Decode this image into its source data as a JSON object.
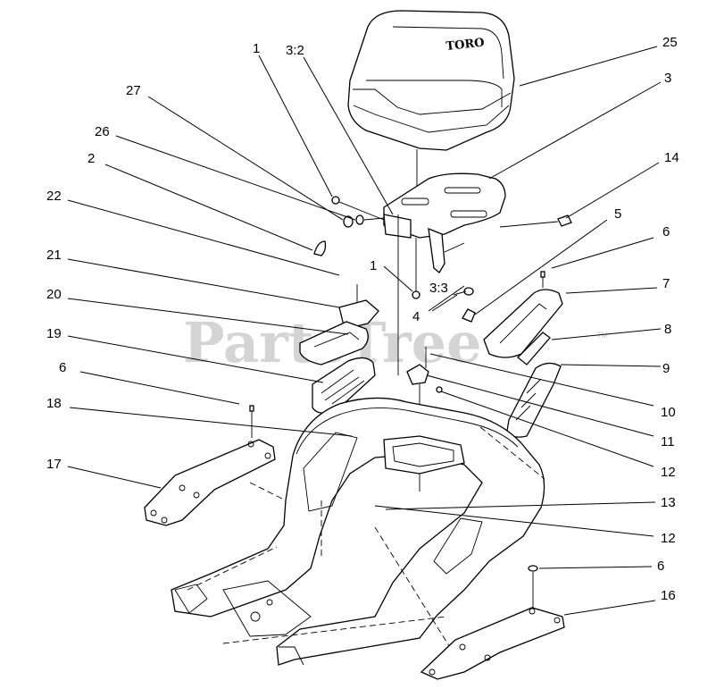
{
  "watermark": "PartsTree",
  "watermark_tm": "TM",
  "seat_brand": "TORO",
  "callouts": {
    "c1_top": "1",
    "c3_2": "3:2",
    "c25": "25",
    "c27": "27",
    "c3": "3",
    "c26": "26",
    "c14": "14",
    "c2": "2",
    "c22": "22",
    "c5": "5",
    "c1_mid": "1",
    "c6_top": "6",
    "c21": "21",
    "c3_3": "3:3",
    "c7": "7",
    "c20": "20",
    "c4": "4",
    "c8": "8",
    "c19": "19",
    "c9": "9",
    "c6_left": "6",
    "c10": "10",
    "c18": "18",
    "c11": "11",
    "c17": "17",
    "c12_a": "12",
    "c13": "13",
    "c12_b": "12",
    "c6_bottom": "6",
    "c16": "16"
  }
}
